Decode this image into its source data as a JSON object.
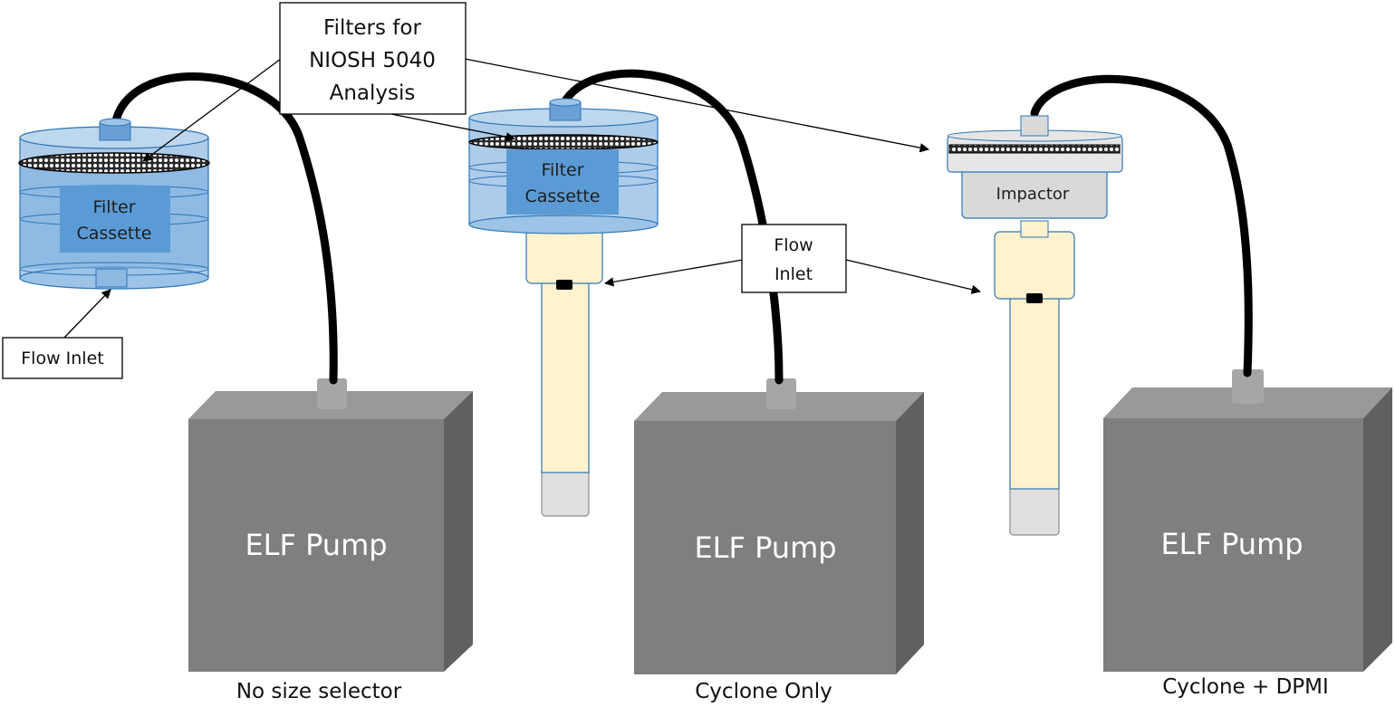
{
  "callouts": {
    "filters": "Filters for NIOSH 5040 Analysis",
    "filters_lines": [
      "Filters for",
      "NIOSH 5040",
      "Analysis"
    ],
    "flow_inlet_left": "Flow Inlet",
    "flow_inlet_center_lines": [
      "Flow",
      "Inlet"
    ]
  },
  "configurations": [
    {
      "caption": "No size selector",
      "sampler_label_lines": [
        "Filter",
        "Cassette"
      ],
      "pump_label": "ELF Pump"
    },
    {
      "caption": "Cyclone Only",
      "sampler_label_lines": [
        "Filter",
        "Cassette"
      ],
      "pump_label": "ELF Pump"
    },
    {
      "caption": "Cyclone + DPMI",
      "sampler_label": "Impactor",
      "pump_label": "ELF Pump"
    }
  ],
  "colors": {
    "cassette_fill": "#9dc3e6",
    "cassette_label_bg": "#5b9bd5",
    "cassette_stroke": "#2e75b6",
    "cyclone_fill": "#fff2cc",
    "cup_fill": "#e0e0e0",
    "impactor_fill": "#d9d9d9",
    "pump_front": "#7f7f7f",
    "pump_top": "#999999",
    "pump_side": "#606060",
    "tube": "#000000"
  }
}
